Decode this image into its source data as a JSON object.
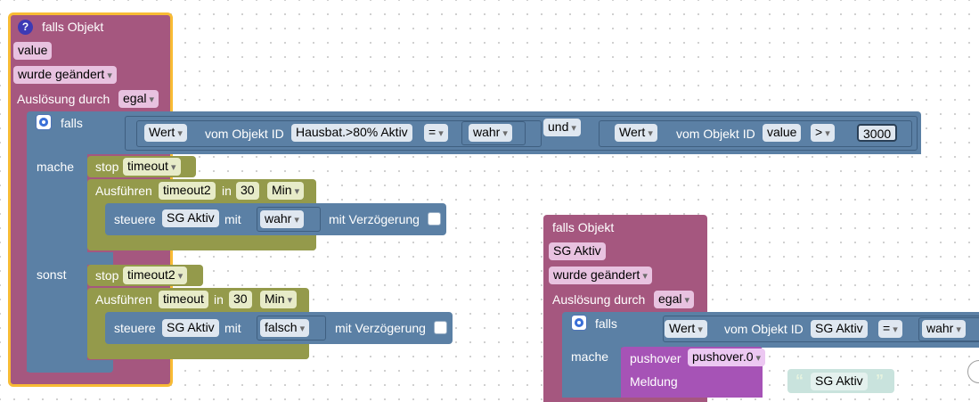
{
  "colors": {
    "event_block": "#a5577f",
    "logic_block": "#5b80a5",
    "timeout_block": "#949a4b",
    "pushover_block": "#a653b6",
    "text_block": "#c9e3dd",
    "highlight": "#f8bb34"
  },
  "block1": {
    "help_icon": "?",
    "title": "falls Objekt",
    "object_value": "value",
    "trigger": "wurde geändert",
    "ausloesung_label": "Auslösung durch",
    "ausloesung_value": "egal",
    "if_block": {
      "falls": "falls",
      "mache": "mache",
      "sonst": "sonst",
      "cond1": {
        "wert": "Wert",
        "vom_objekt_id": "vom Objekt ID",
        "object": "Hausbat.>80% Aktiv",
        "operator": "=",
        "value": "wahr"
      },
      "and_op": "und",
      "cond2": {
        "wert": "Wert",
        "vom_objekt_id": "vom Objekt ID",
        "object": "value",
        "operator": ">",
        "value": "3000"
      },
      "then": {
        "stop_label": "stop",
        "stop_value": "timeout",
        "ausfuehren_label": "Ausführen",
        "timer": "timeout2",
        "in_label": "in",
        "amount": "30",
        "unit": "Min",
        "steuere_label": "steuere",
        "target": "SG Aktiv",
        "mit_label": "mit",
        "set_value": "wahr",
        "delay_label": "mit Verzögerung"
      },
      "else": {
        "stop_label": "stop",
        "stop_value": "timeout2",
        "ausfuehren_label": "Ausführen",
        "timer": "timeout",
        "in_label": "in",
        "amount": "30",
        "unit": "Min",
        "steuere_label": "steuere",
        "target": "SG Aktiv",
        "mit_label": "mit",
        "set_value": "falsch",
        "delay_label": "mit Verzögerung"
      }
    }
  },
  "block2": {
    "title": "falls Objekt",
    "object_value": "SG Aktiv",
    "trigger": "wurde geändert",
    "ausloesung_label": "Auslösung durch",
    "ausloesung_value": "egal",
    "if_block": {
      "falls": "falls",
      "mache": "mache",
      "cond": {
        "wert": "Wert",
        "vom_objekt_id": "vom Objekt ID",
        "object": "SG Aktiv",
        "operator": "=",
        "value": "wahr"
      }
    },
    "pushover": {
      "label": "pushover",
      "instance": "pushover.0",
      "meldung_label": "Meldung",
      "quote_open": "“",
      "text": "SG Aktiv",
      "quote_close": "”"
    }
  }
}
